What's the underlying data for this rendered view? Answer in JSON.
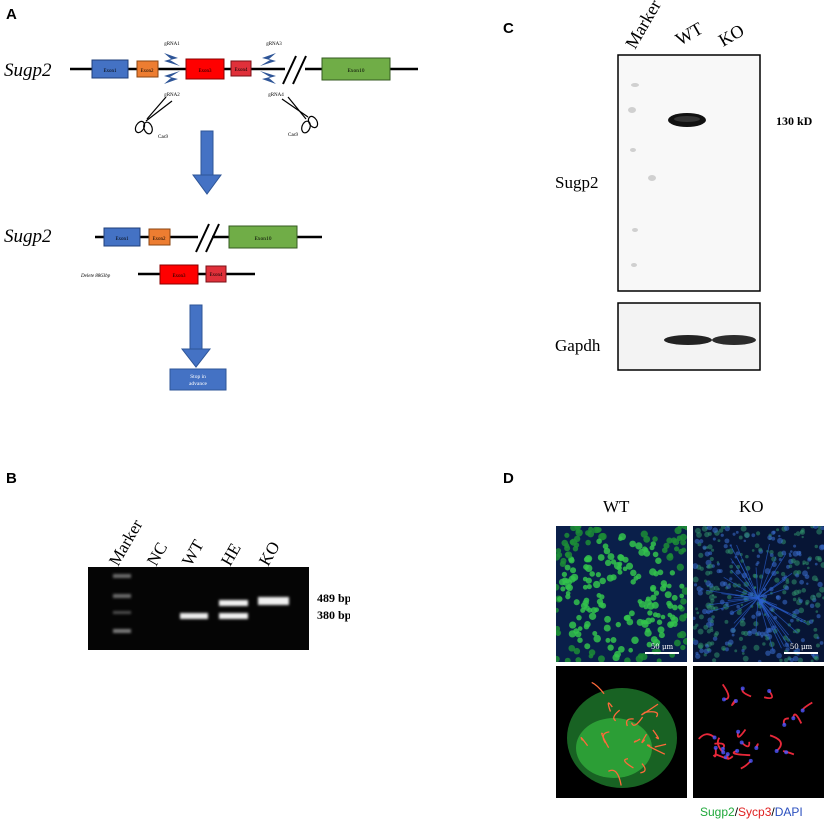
{
  "panels": {
    "a": {
      "letter": "A",
      "gene_top": "Sugp2",
      "gene_bottom": "Sugp2",
      "exons_top": [
        "Exon1",
        "Exon2",
        "Exon3",
        "Exon4",
        "Exon10"
      ],
      "exons_bottom": [
        "Exon1",
        "Exon2",
        "Exon10"
      ],
      "deleted_exons": [
        "Exon3",
        "Exon4"
      ],
      "grnas": [
        "gRNA1",
        "gRNA2",
        "gRNA3",
        "gRNA4"
      ],
      "cas9_left": "Cas9",
      "cas9_right": "Cas9",
      "delete_label": "Delete 8863bp",
      "stop_line1": "Stop in",
      "stop_line2": "advance",
      "colors": {
        "exon1": "#4472c4",
        "exon2": "#ed7d31",
        "exon3": "#ff0000",
        "exon4": "#e0303a",
        "exon10": "#70ad47",
        "arrow": "#4472c4",
        "grna": "#2e5597"
      }
    },
    "b": {
      "letter": "B",
      "lanes": [
        "Marker",
        "NC",
        "WT",
        "HE",
        "KO"
      ],
      "band_upper": "489 bp",
      "band_lower": "380 bp"
    },
    "c": {
      "letter": "C",
      "lanes": [
        "Marker",
        "WT",
        "KO"
      ],
      "protein_main": "Sugp2",
      "protein_control": "Gapdh",
      "size": "130 kD"
    },
    "d": {
      "letter": "D",
      "col_wt": "WT",
      "col_ko": "KO",
      "scale_wt": "50 μm",
      "scale_ko": "50 μm",
      "legend_sugp2": "Sugp2",
      "legend_sep1": "/",
      "legend_sycp3": "Sycp3",
      "legend_sep2": "/",
      "legend_dapi": "DAPI",
      "colors": {
        "sugp2": "#1fa83a",
        "sycp3": "#e02020",
        "dapi": "#2a4fbf"
      }
    }
  }
}
